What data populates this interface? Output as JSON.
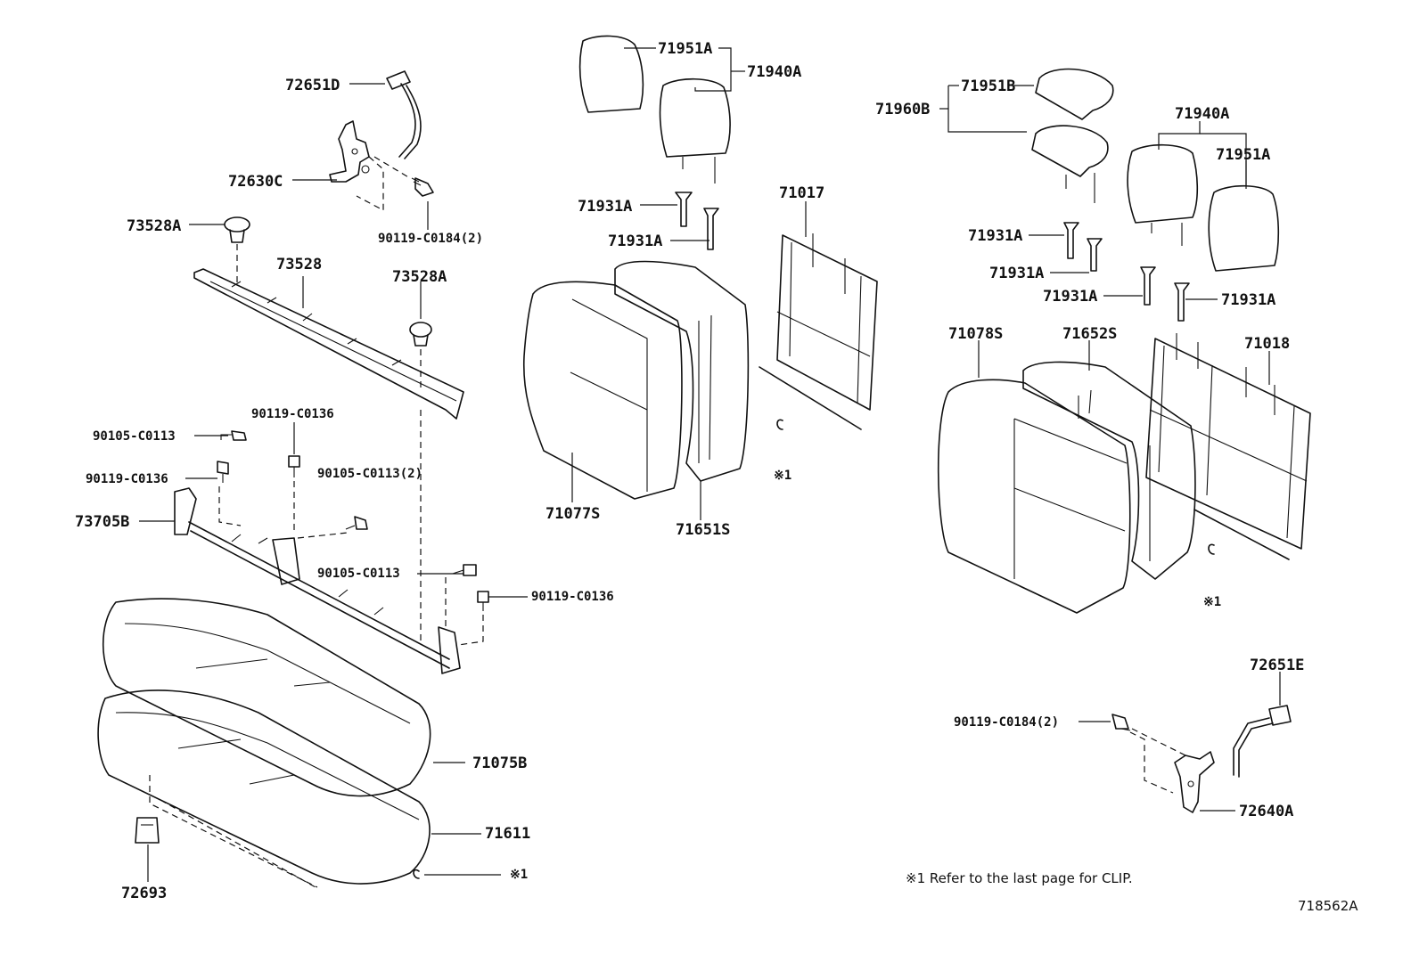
{
  "diagram": {
    "left_labels": {
      "l72651D": "72651D",
      "l72630C": "72630C",
      "l90119_C0184_2": "90119-C0184(2)",
      "l73528A_1": "73528A",
      "l73528": "73528",
      "l73528A_2": "73528A",
      "l90119_C0136_a": "90119-C0136",
      "l90105_C0113_a": "90105-C0113",
      "l90119_C0136_b": "90119-C0136",
      "l90105_C0113_2": "90105-C0113(2)",
      "l73705B": "73705B",
      "l90105_C0113_b": "90105-C0113",
      "l90119_C0136_c": "90119-C0136",
      "l71075B": "71075B",
      "l71611": "71611",
      "l72693": "72693",
      "l_ref1_a": "※1"
    },
    "center_labels": {
      "l71951A": "71951A",
      "l71940A": "71940A",
      "l71931A_1": "71931A",
      "l71931A_2": "71931A",
      "l71017": "71017",
      "l71077S": "71077S",
      "l71651S": "71651S",
      "l_ref1_b": "※1"
    },
    "right_labels": {
      "l71960B": "71960B",
      "l71951B": "71951B",
      "l71940A": "71940A",
      "l71951A": "71951A",
      "l71931A_1": "71931A",
      "l71931A_2": "71931A",
      "l71931A_3": "71931A",
      "l71931A_4": "71931A",
      "l71078S": "71078S",
      "l71652S": "71652S",
      "l71018": "71018",
      "l_ref1_c": "※1",
      "l72651E": "72651E",
      "l90119_C0184_2": "90119-C0184(2)",
      "l72640A": "72640A"
    },
    "footnote": "※1 Refer to the last page for CLIP.",
    "figure_code": "718562A"
  }
}
